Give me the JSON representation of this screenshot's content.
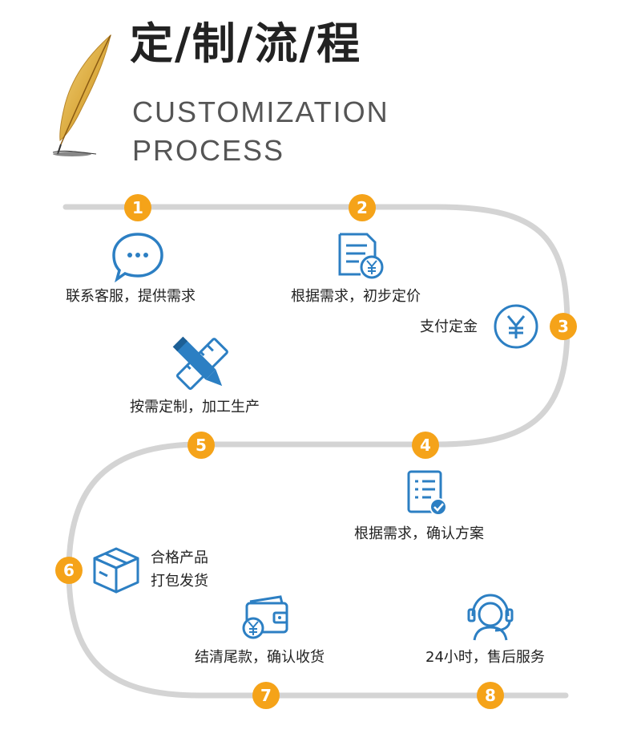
{
  "header": {
    "title": "定/制/流/程",
    "subtitle_line1": "CUSTOMIZATION",
    "subtitle_line2": "PROCESS"
  },
  "colors": {
    "path": "#d4d4d4",
    "badge": "#f5a319",
    "icon": "#2c7fc3",
    "feather": "#d9a73a"
  },
  "steps": [
    {
      "number": "1",
      "label": "联系客服，提供需求",
      "icon": "chat-bubble-icon"
    },
    {
      "number": "2",
      "label": "根据需求，初步定价",
      "icon": "price-document-icon"
    },
    {
      "number": "3",
      "label": "支付定金",
      "icon": "yen-coin-icon"
    },
    {
      "number": "4",
      "label": "根据需求，确认方案",
      "icon": "checklist-document-icon"
    },
    {
      "number": "5",
      "label": "按需定制，加工生产",
      "icon": "pencil-ruler-icon"
    },
    {
      "number": "6",
      "label_line1": "合格产品",
      "label_line2": "打包发货",
      "icon": "package-box-icon"
    },
    {
      "number": "7",
      "label": "结清尾款，确认收货",
      "icon": "wallet-yen-icon"
    },
    {
      "number": "8",
      "label": "24小时，售后服务",
      "icon": "headset-support-icon"
    }
  ]
}
